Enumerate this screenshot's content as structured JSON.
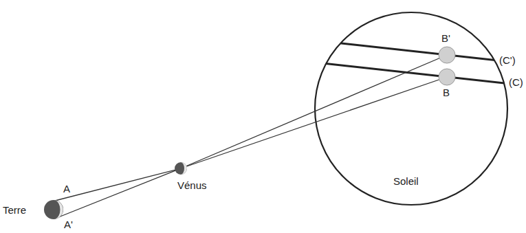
{
  "diagram": {
    "nodes": [
      {
        "text": [
          "Terre"
        ]
      },
      {
        "text": [
          "Vénus"
        ]
      },
      {
        "text": [
          "Soleil"
        ]
      }
    ],
    "labels": [
      "A",
      "A'",
      "B'",
      "(C')",
      "(C)",
      "B"
    ]
  }
}
